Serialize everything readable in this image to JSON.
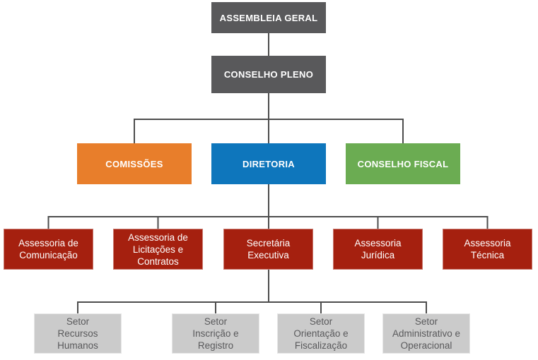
{
  "org_chart": {
    "connector_color": "#4D4D4D",
    "nodes": [
      {
        "id": "assembleia-geral",
        "label": "ASSEMBLEIA GERAL",
        "bg": "#59595B",
        "fg": "#FFFFFF"
      },
      {
        "id": "conselho-pleno",
        "label": "CONSELHO PLENO",
        "bg": "#59595B",
        "fg": "#FFFFFF"
      },
      {
        "id": "comissoes",
        "label": "COMISSÕES",
        "bg": "#E87E2B",
        "fg": "#FFFFFF"
      },
      {
        "id": "diretoria",
        "label": "DIRETORIA",
        "bg": "#0E76BC",
        "fg": "#FFFFFF"
      },
      {
        "id": "conselho-fiscal",
        "label": "CONSELHO FISCAL",
        "bg": "#6BAC52",
        "fg": "#FFFFFF"
      },
      {
        "id": "assessoria-comunicacao",
        "label": "Assessoria de\nComunicação",
        "bg": "#A5200F",
        "fg": "#FFFFFF"
      },
      {
        "id": "assessoria-licitacoes-contratos",
        "label": "Assessoria de\nLicitações e\nContratos",
        "bg": "#A5200F",
        "fg": "#FFFFFF"
      },
      {
        "id": "secretaria-executiva",
        "label": "Secretária\nExecutiva",
        "bg": "#A5200F",
        "fg": "#FFFFFF"
      },
      {
        "id": "assessoria-juridica",
        "label": "Assessoria\nJurídica",
        "bg": "#A5200F",
        "fg": "#FFFFFF"
      },
      {
        "id": "assessoria-tecnica",
        "label": "Assessoria\nTécnica",
        "bg": "#A5200F",
        "fg": "#FFFFFF"
      },
      {
        "id": "setor-recursos-humanos",
        "label": "Setor\nRecursos\nHumanos",
        "bg": "#CBCBCB",
        "fg": "#59595B"
      },
      {
        "id": "setor-inscricao-registro",
        "label": "Setor\nInscrição e\nRegistro",
        "bg": "#CBCBCB",
        "fg": "#59595B"
      },
      {
        "id": "setor-orientacao-fiscalizacao",
        "label": "Setor\nOrientação e\nFiscalização",
        "bg": "#CBCBCB",
        "fg": "#59595B"
      },
      {
        "id": "setor-administrativo-operacional",
        "label": "Setor\nAdministrativo e\nOperacional",
        "bg": "#CBCBCB",
        "fg": "#59595B"
      }
    ]
  }
}
